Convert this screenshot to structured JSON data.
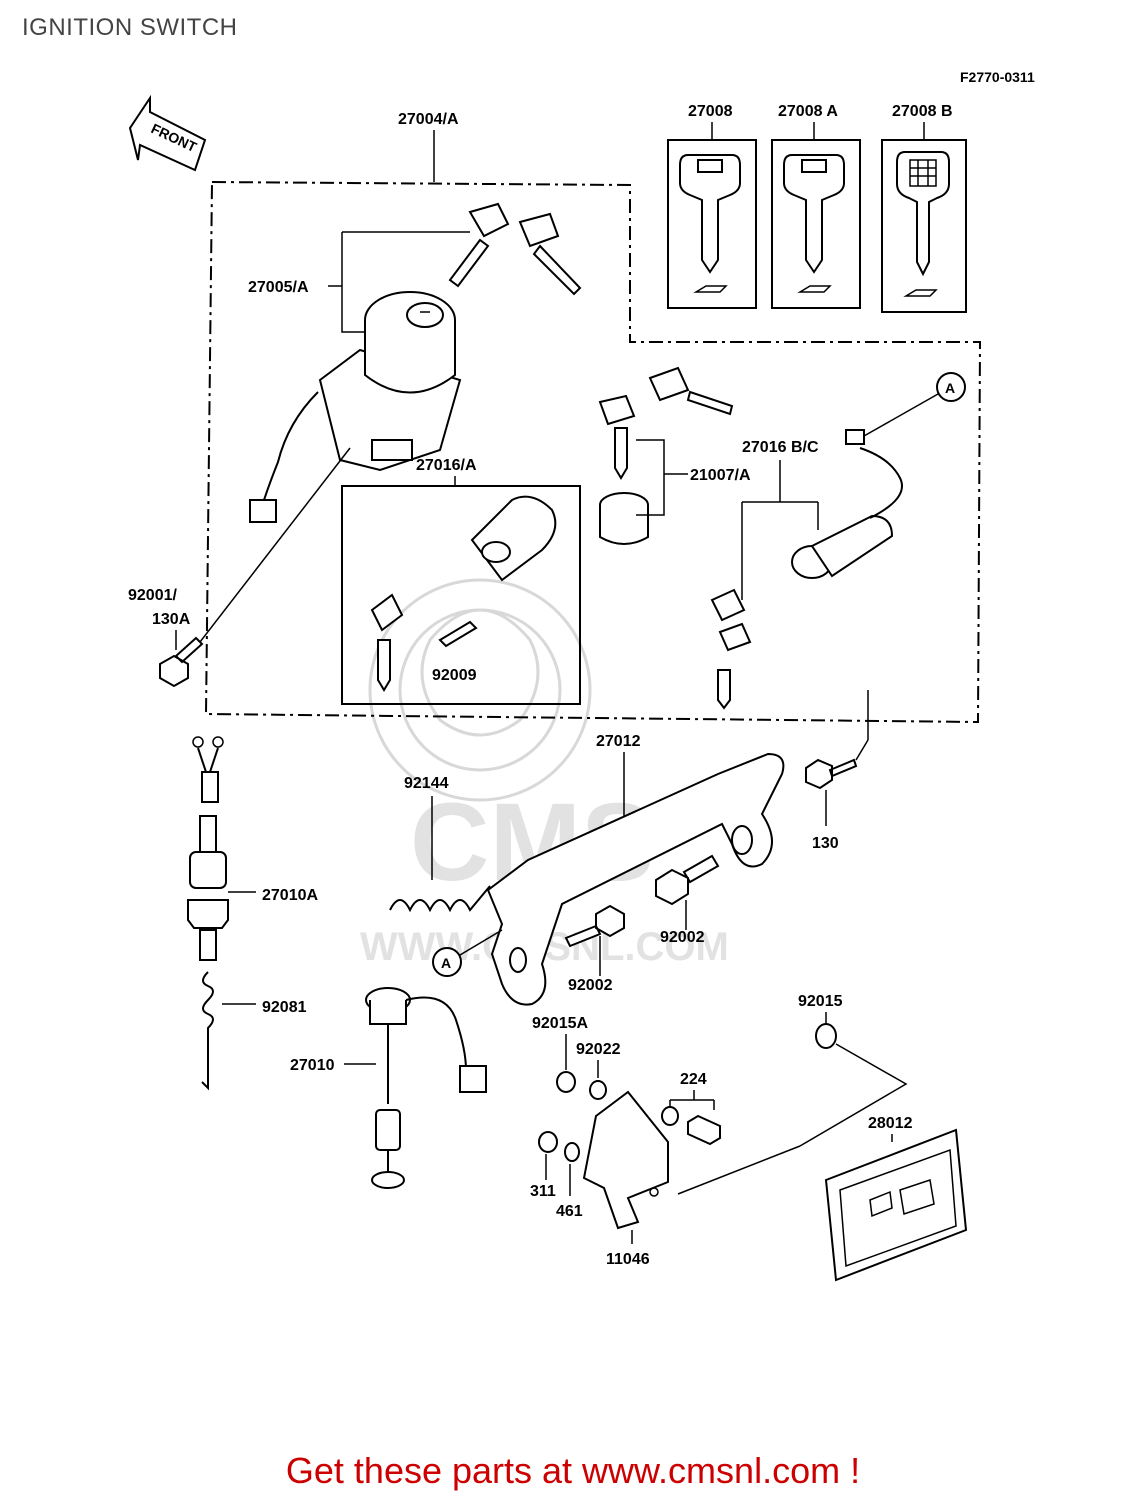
{
  "header": {
    "title": "IGNITION SWITCH"
  },
  "diagram": {
    "ref_code": "F2770-0311",
    "front_arrow": "FRONT",
    "watermark": "WWW.CMSNL.COM",
    "labels": {
      "l27004A": "27004/A",
      "l27005A": "27005/A",
      "l27008": "27008",
      "l27008A": "27008 A",
      "l27008B": "27008 B",
      "l27016A": "27016/A",
      "l21007A": "21007/A",
      "l27016BC": "27016 B/C",
      "l92001a": "92001/",
      "l92001b": "130A",
      "l92009": "92009",
      "l27012": "27012",
      "l92144": "92144",
      "l130": "130",
      "l27010A": "27010A",
      "l92002a": "92002",
      "l92002b": "92002",
      "l92081": "92081",
      "l27010": "27010",
      "l92015": "92015",
      "l92015A": "92015A",
      "l92022": "92022",
      "l224": "224",
      "l28012": "28012",
      "l311": "311",
      "l461": "461",
      "l11046": "11046",
      "callA1": "A",
      "callA2": "A"
    }
  },
  "footer": {
    "text": "Get these parts at www.cmsnl.com !"
  }
}
